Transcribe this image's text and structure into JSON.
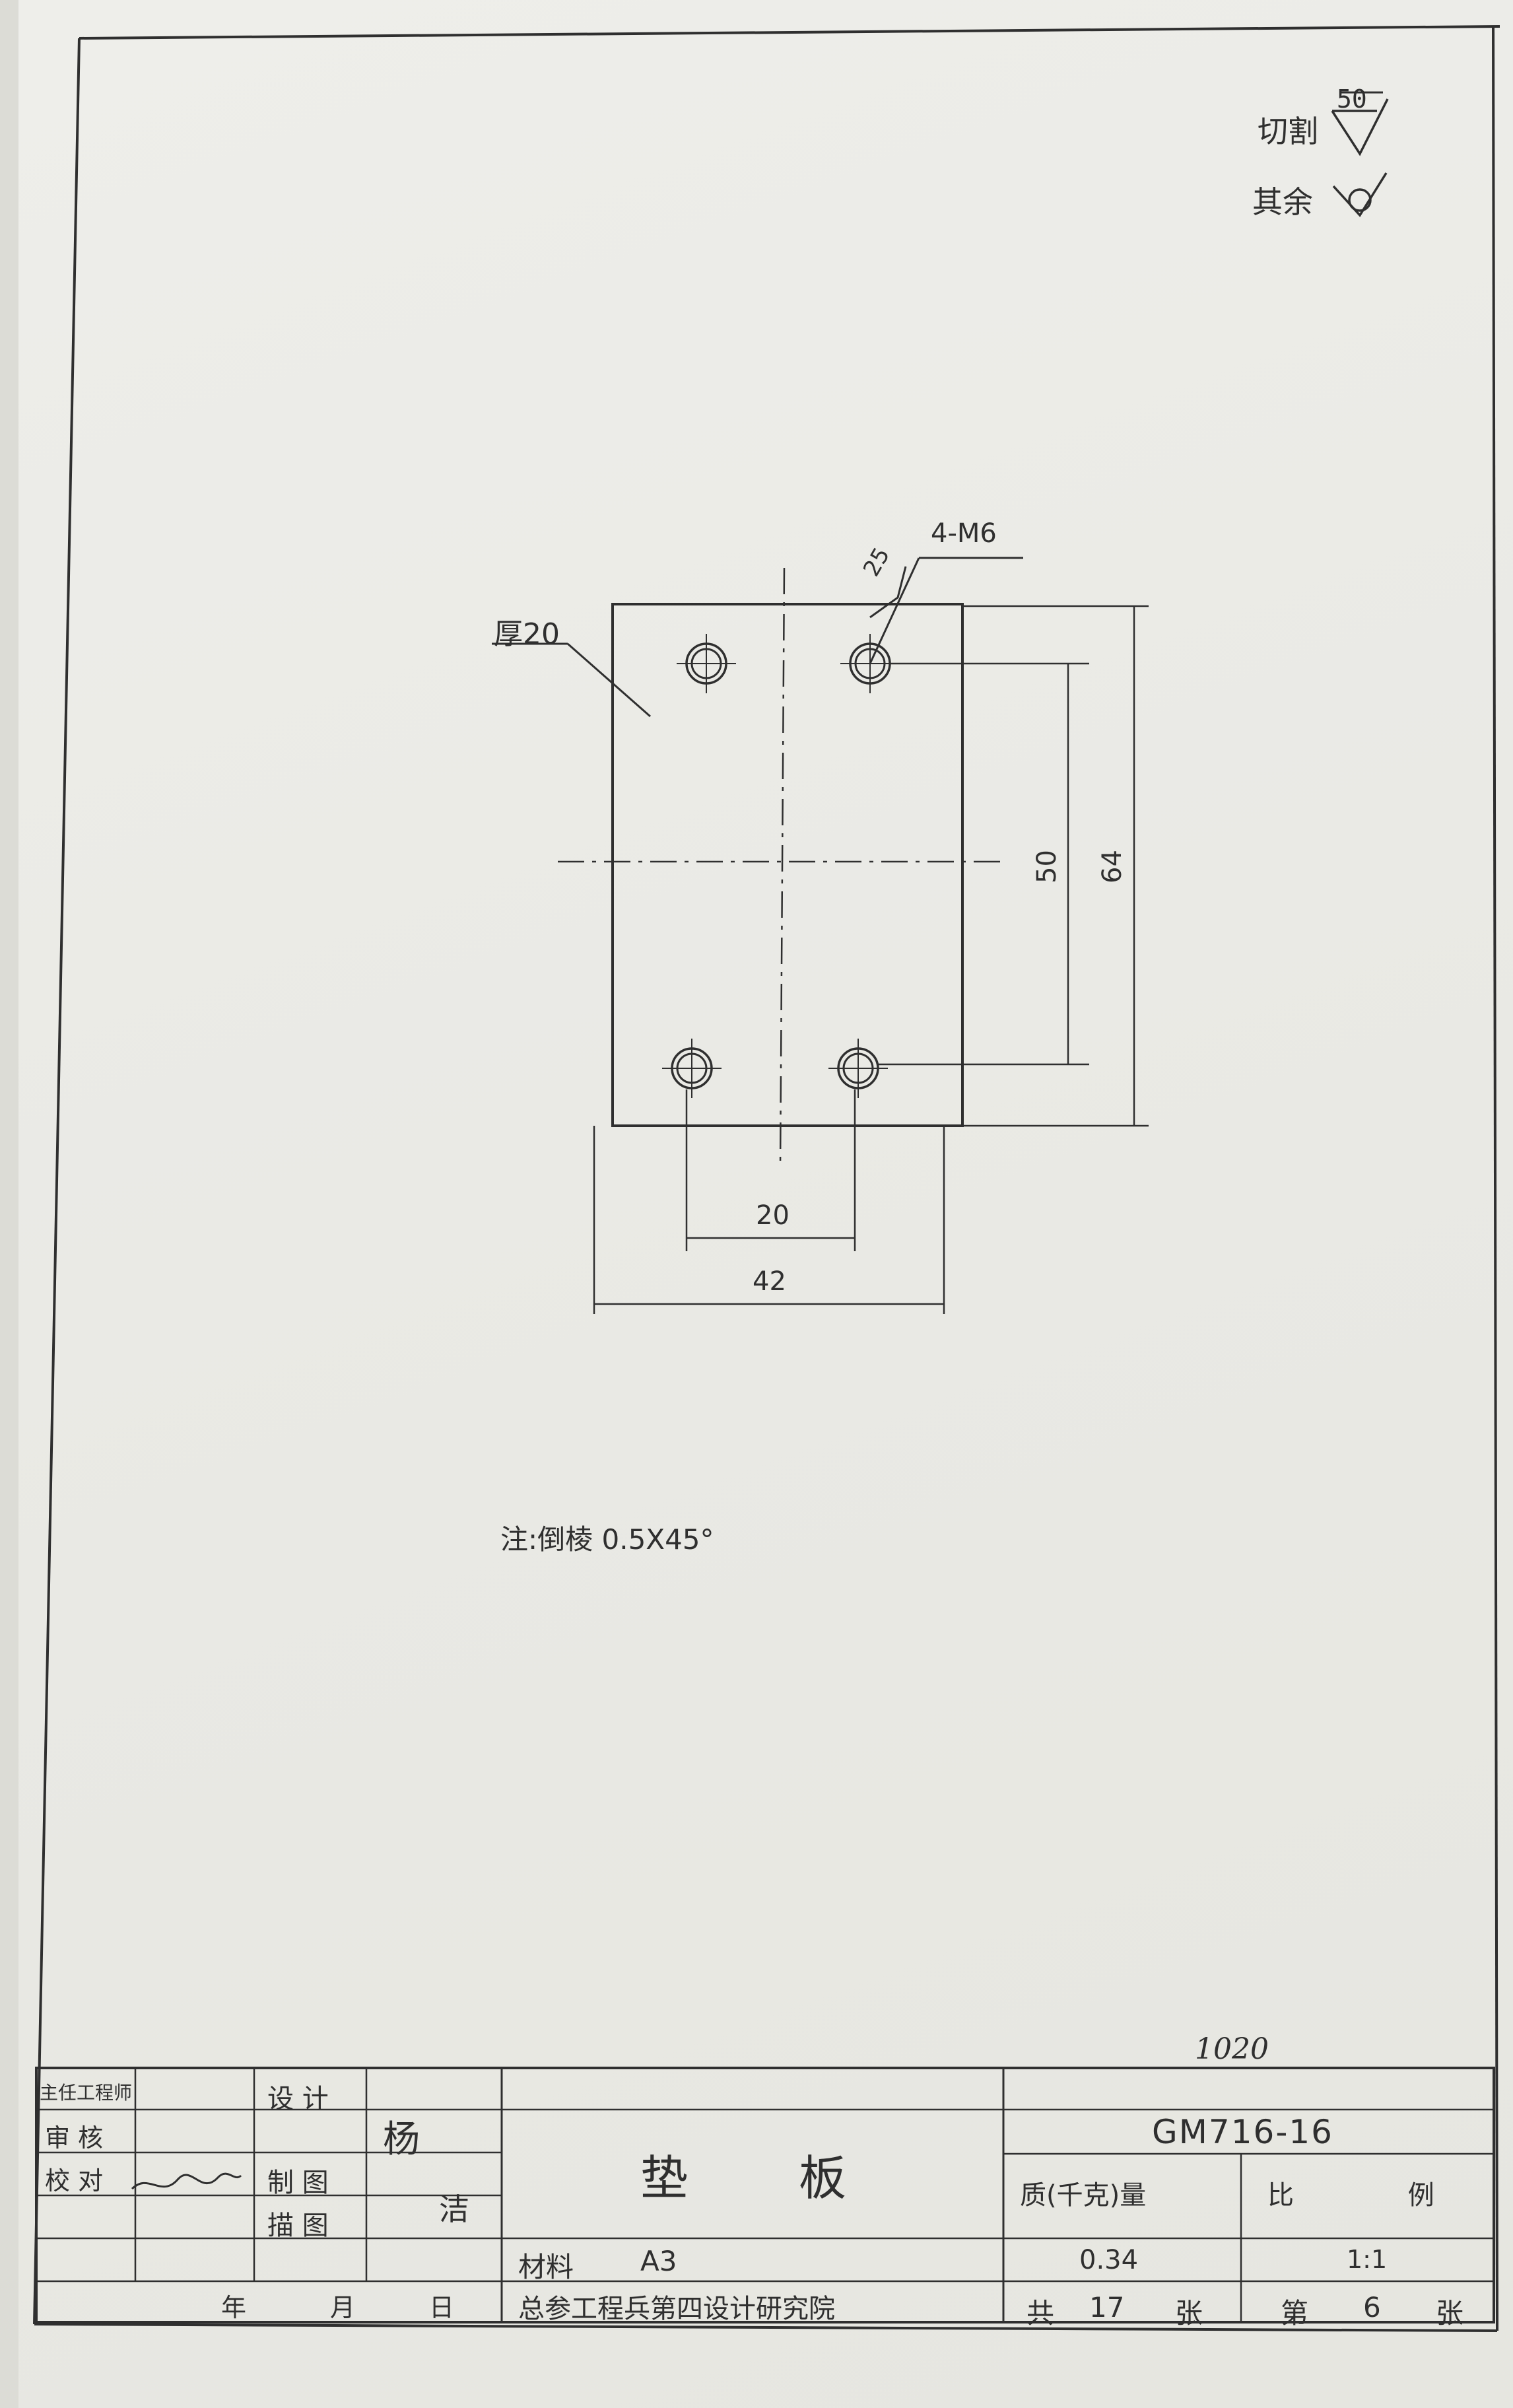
{
  "roughness": {
    "cut_label": "切割",
    "cut_value": "50",
    "rest_label": "其余"
  },
  "drawing": {
    "thickness_note": "厚20",
    "hole_callout": "4-M6",
    "hole_roughness": "25",
    "dim_vertical_inner": "50",
    "dim_vertical_outer": "64",
    "dim_horizontal_inner": "20",
    "dim_horizontal_outer": "42",
    "note": "注:倒棱 0.5X45°"
  },
  "title_block": {
    "roles": [
      "主任工程师",
      "审 核",
      "校 对"
    ],
    "tasks": [
      "设 计",
      "制 图",
      "描 图"
    ],
    "designer_name_1": "杨",
    "designer_name_2": "洁",
    "date_labels": [
      "年",
      "月",
      "日"
    ],
    "part_name_1": "垫",
    "part_name_2": "板",
    "material_label": "材料",
    "material_value": "A3",
    "institute": "总参工程兵第四设计研究院",
    "handwritten_number": "1020",
    "drawing_number": "GM716-16",
    "mass_label": "质(千克)量",
    "mass_value": "0.34",
    "scale_label": "比 例",
    "scale_value": "1:1",
    "total_label_1": "共",
    "total_sheets": "17",
    "total_label_2": "张",
    "sheet_label_1": "第",
    "sheet_number": "6",
    "sheet_label_2": "张"
  },
  "colors": {
    "paper": "#ecece7",
    "ink": "#2f2f2f"
  }
}
